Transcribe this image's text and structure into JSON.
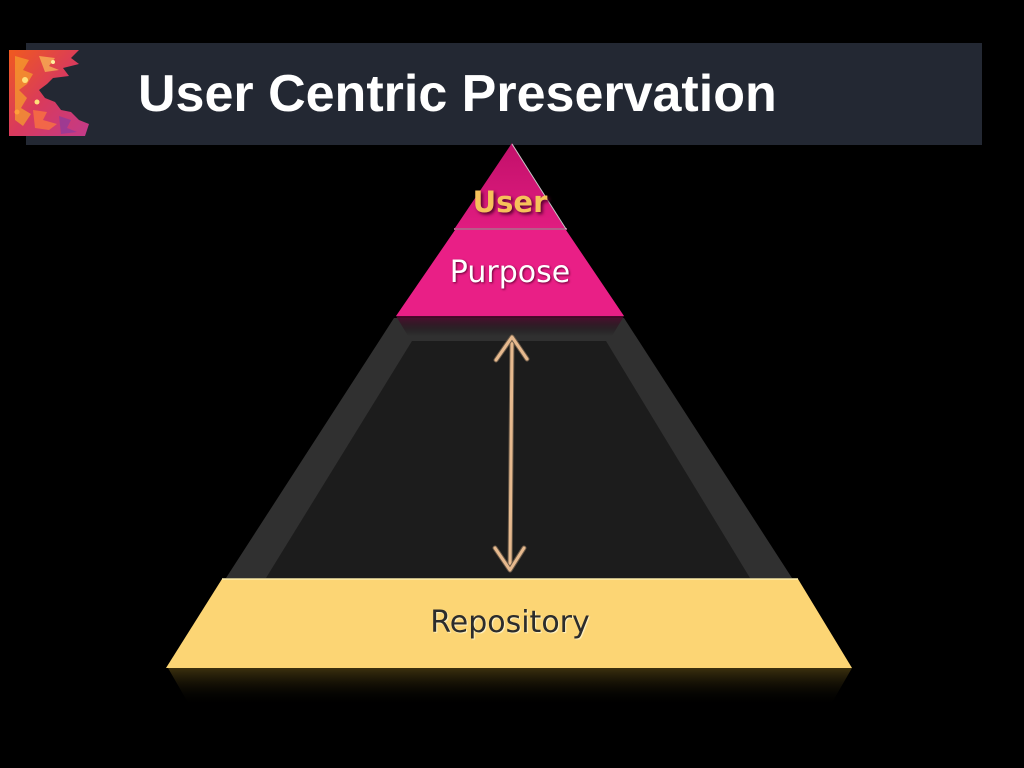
{
  "slide": {
    "title": "User Centric Preservation"
  },
  "diagram": {
    "top_tier": "User",
    "middle_tier": "Purpose",
    "base_tier": "Repository",
    "connector": "double-headed-arrow-icon"
  },
  "colors": {
    "background": "#000000",
    "title_bar": "#232833",
    "title_text": "#ffffff",
    "pyramid_body": "#1c1c1c",
    "pyramid_rim": "#303030",
    "apex": "#e91f86",
    "apex_top": "#d0156f",
    "user_text": "#f6c15a",
    "base": "#fcd574",
    "arrow": "#e6b98e"
  }
}
